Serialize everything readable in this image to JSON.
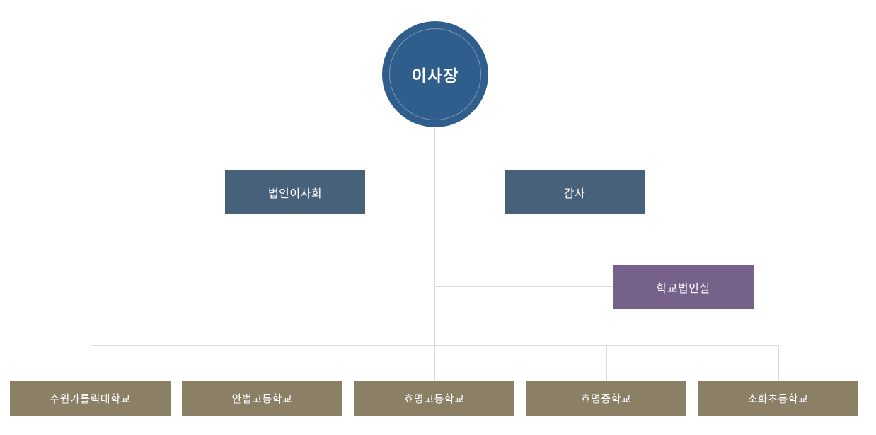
{
  "chart": {
    "root": {
      "label": "이사장"
    },
    "level2": [
      {
        "label": "법인이사회"
      },
      {
        "label": "감사"
      }
    ],
    "office": {
      "label": "학교법인실"
    },
    "schools": [
      {
        "label": "수원가톨릭대학교"
      },
      {
        "label": "안법고등학교"
      },
      {
        "label": "효명고등학교"
      },
      {
        "label": "효명중학교"
      },
      {
        "label": "소화초등학교"
      }
    ],
    "colors": {
      "root_circle": "#305e8c",
      "board_box": "#47617a",
      "office_box": "#756189",
      "school_box": "#8b7f66",
      "line": "#dcdcdc"
    }
  }
}
